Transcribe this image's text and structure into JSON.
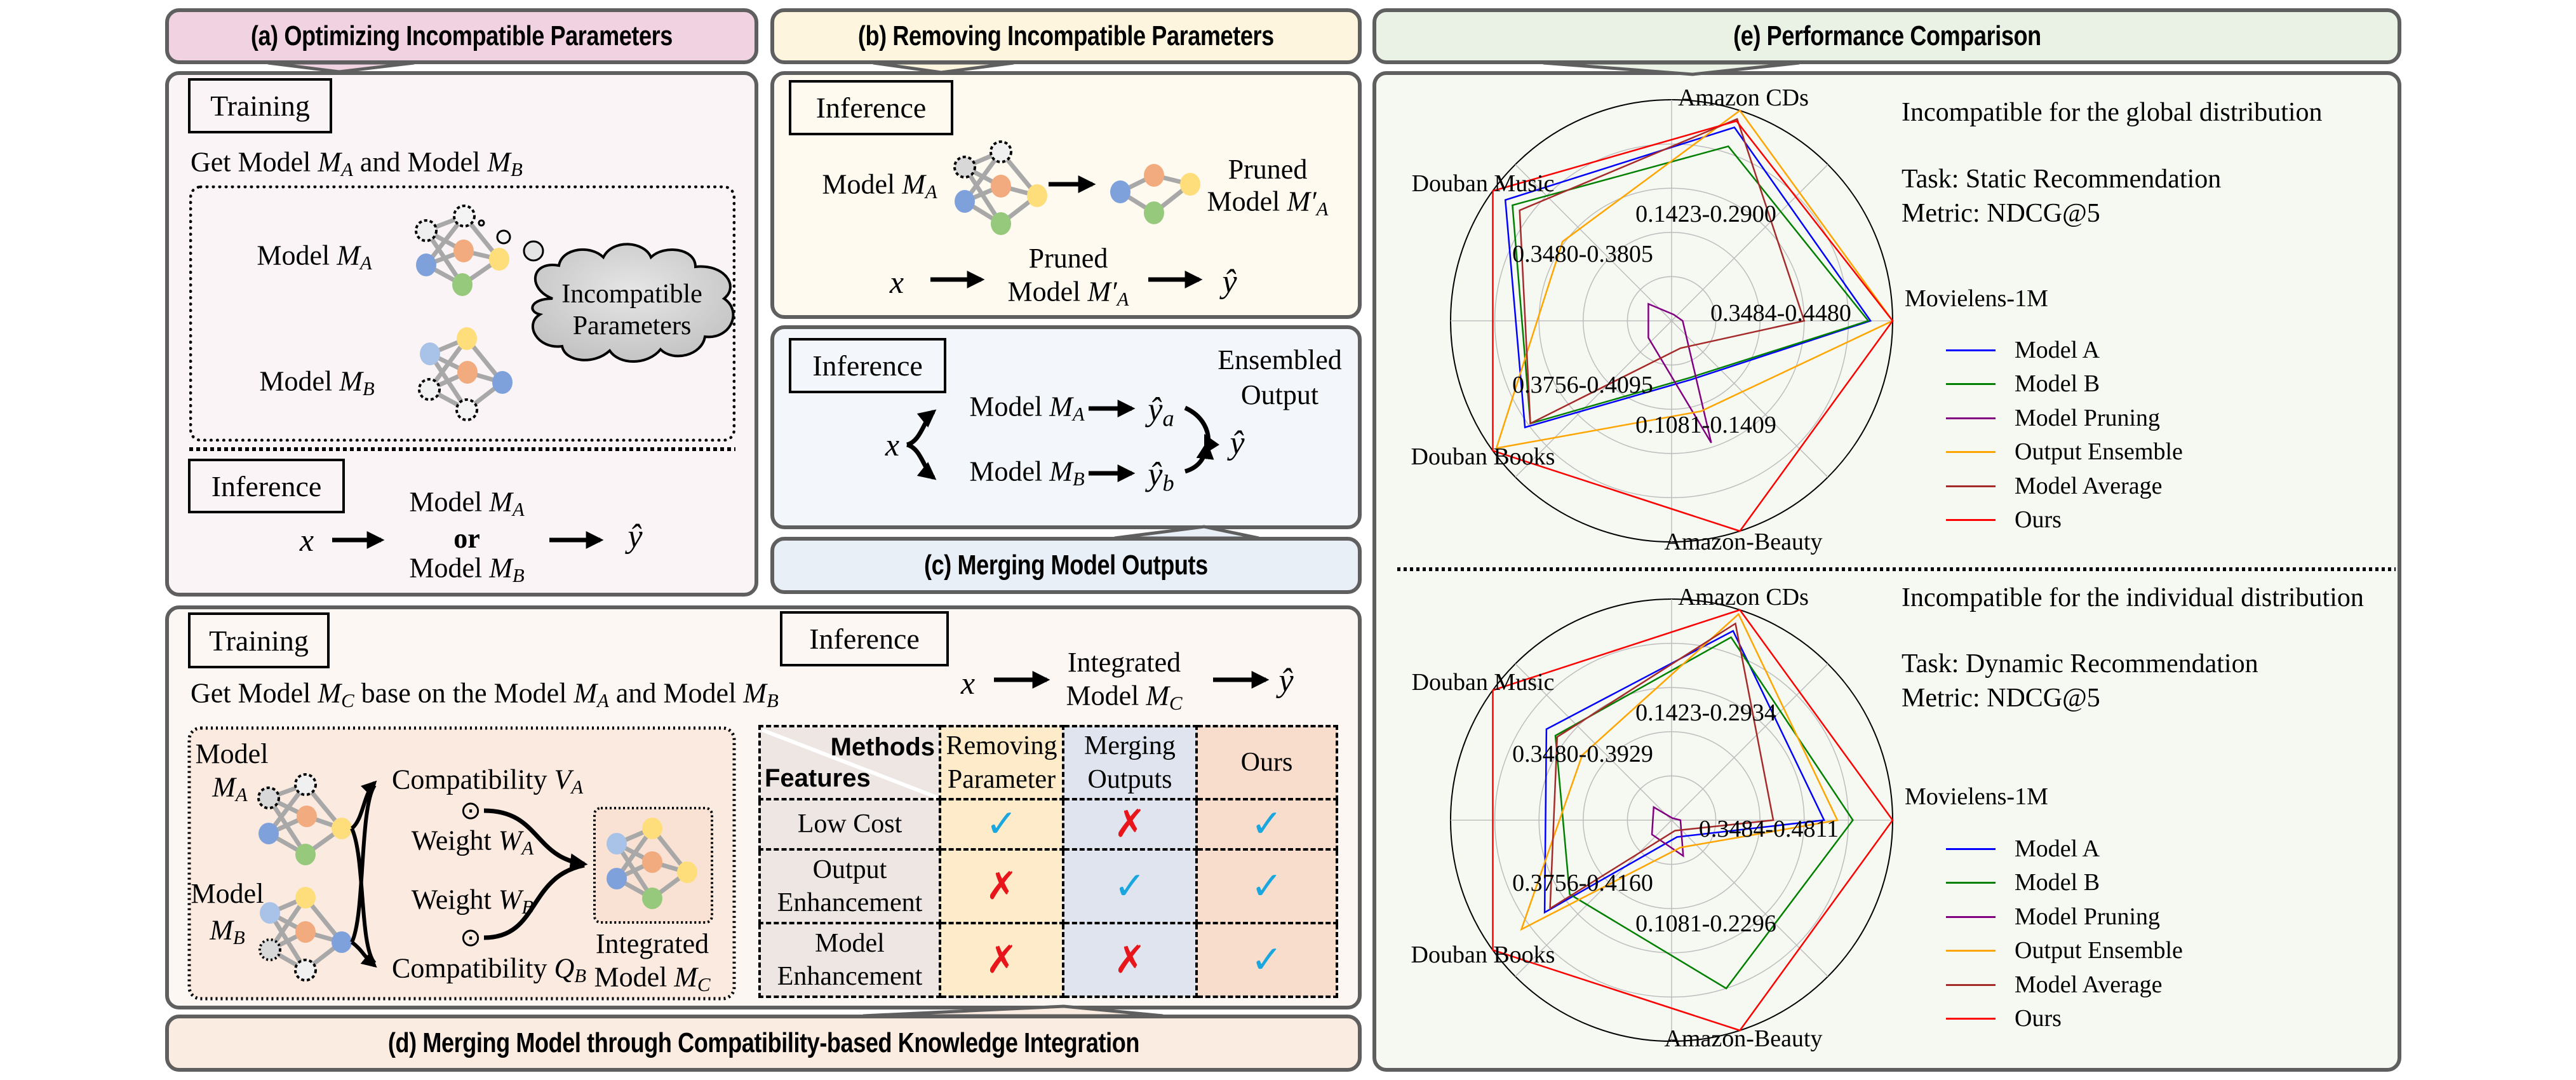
{
  "panels": {
    "a": {
      "title": "(a) Optimizing Incompatible Parameters",
      "training_label": "Training",
      "get_models_text": "Get Model",
      "get_models_sub_a": "A",
      "get_models_and": "and Model",
      "get_models_sub_b": "B",
      "model_a_label": "Model",
      "model_b_label": "Model",
      "sub_a": "A",
      "sub_b": "B",
      "cloud_line1": "Incompatible",
      "cloud_line2": "Parameters",
      "inference_label": "Inference",
      "x_symbol": "x",
      "or_text": "or",
      "yhat": "ŷ"
    },
    "b": {
      "title": "(b) Removing Incompatible Parameters",
      "inference_label": "Inference",
      "model_label": "Model",
      "sub_a": "A",
      "pruned_line1": "Pruned",
      "pruned_line2": "Model",
      "pruned_sub": "A",
      "prime": "′",
      "x_symbol": "x",
      "yhat": "ŷ"
    },
    "c": {
      "title": "(c) Merging Model Outputs",
      "inference_label": "Inference",
      "ensembled_line1": "Ensembled",
      "ensembled_line2": "Output",
      "model_label": "Model",
      "sub_a": "A",
      "sub_b": "B",
      "yhat_a_sub": "a",
      "yhat_b_sub": "b",
      "x_symbol": "x",
      "yhat": "ŷ"
    },
    "d": {
      "title": "(d) Merging Model through Compatibility-based Knowledge Integration",
      "training_label": "Training",
      "inference_label": "Inference",
      "get_text_1": "Get Model",
      "get_sub_c": "C",
      "get_text_2": "base on the Model",
      "get_sub_a": "A",
      "get_text_3": "and Model",
      "get_sub_b": "B",
      "model_word": "Model",
      "m_symbol": "M",
      "sub_a": "A",
      "sub_b": "B",
      "compat_a": "Compatibility",
      "compat_a_sym": "V",
      "compat_b": "Compatibility",
      "compat_b_sym": "Q",
      "weight_a": "Weight",
      "weight_a_sym": "W",
      "weight_b": "Weight",
      "weight_b_sym": "W",
      "odot": "⊙",
      "integrated_line1": "Integrated",
      "integrated_line2": "Model",
      "sub_c": "C",
      "x_symbol": "x",
      "yhat": "ŷ",
      "table": {
        "corner_methods": "Methods",
        "corner_features": "Features",
        "columns": [
          {
            "line1": "Removing",
            "line2": "Parameter",
            "bg": "#fdebc9"
          },
          {
            "line1": "Merging",
            "line2": "Outputs",
            "bg": "#dfe4ee"
          },
          {
            "line1": "Ours",
            "line2": "",
            "bg": "#f9ddcc"
          }
        ],
        "rows": [
          {
            "line1": "Low Cost",
            "line2": "",
            "values": [
              "check",
              "cross",
              "check"
            ]
          },
          {
            "line1": "Output",
            "line2": "Enhancement",
            "values": [
              "cross",
              "check",
              "check"
            ]
          },
          {
            "line1": "Model",
            "line2": "Enhancement",
            "values": [
              "cross",
              "cross",
              "check"
            ]
          }
        ],
        "check_glyph": "✓",
        "cross_glyph": "✗"
      }
    },
    "e": {
      "title": "(e) Performance Comparison"
    }
  },
  "colors": {
    "a_header": "#f0d2e1",
    "a_body": "#faf4f7",
    "b_header": "#fdf5dd",
    "b_body": "#fefaf0",
    "c_header": "#e8eff7",
    "c_body": "#f3f7fb",
    "d_header": "#fbece2",
    "d_body": "#fcf7f3",
    "e_header": "#eaf2e5",
    "e_body": "#f6f8f2",
    "node_blue": "#7ea1dc",
    "node_lightblue": "#a9c3e8",
    "node_orange": "#f2ab7e",
    "node_yellow": "#fedd7b",
    "node_green": "#96c97b"
  },
  "chart_data": [
    {
      "type": "radar",
      "title": "Incompatible for the global distribution",
      "task": "Task: Static Recommendation",
      "metric": "Metric: NDCG@5",
      "value_scale": "normalized per axis (0 = axis min, 1 = axis max)",
      "axes": [
        {
          "name": "Movielens-1M",
          "range_label": "0.3484-0.4480"
        },
        {
          "name": "Amazon CDs",
          "range_label": "0.1423-0.2900"
        },
        {
          "name": "Douban Music",
          "range_label": "0.3480-0.3805"
        },
        {
          "name": "Douban Books",
          "range_label": "0.3756-0.4095"
        },
        {
          "name": "Amazon-Beauty",
          "range_label": "0.1081-0.1409"
        }
      ],
      "rings": 5,
      "series": [
        {
          "name": "Model A",
          "color": "#0000ff",
          "values": [
            0.9,
            0.92,
            0.93,
            0.82,
            0.28
          ]
        },
        {
          "name": "Model B",
          "color": "#008000",
          "values": [
            0.89,
            0.83,
            0.89,
            0.79,
            0.27
          ]
        },
        {
          "name": "Model Pruning",
          "color": "#800080",
          "values": [
            0.05,
            0.03,
            0.13,
            0.13,
            0.58
          ]
        },
        {
          "name": "Output Ensemble",
          "color": "#ffa500",
          "values": [
            1.0,
            1.0,
            0.61,
            0.98,
            0.43
          ]
        },
        {
          "name": "Model Average",
          "color": "#a52a2a",
          "values": [
            0.6,
            0.96,
            0.85,
            0.79,
            0.13
          ]
        },
        {
          "name": "Ours",
          "color": "#ff0000",
          "values": [
            1.0,
            0.95,
            1.0,
            1.0,
            1.0
          ]
        }
      ],
      "legend": "right"
    },
    {
      "type": "radar",
      "title": "Incompatible for the individual distribution",
      "task": "Task: Dynamic Recommendation",
      "metric": "Metric: NDCG@5",
      "value_scale": "normalized per axis (0 = axis min, 1 = axis max)",
      "axes": [
        {
          "name": "Movielens-1M",
          "range_label": "0.3484-0.4811"
        },
        {
          "name": "Amazon CDs",
          "range_label": "0.1423-0.2934"
        },
        {
          "name": "Douban Music",
          "range_label": "0.3480-0.3929"
        },
        {
          "name": "Douban Books",
          "range_label": "0.3756-0.4160"
        },
        {
          "name": "Amazon-Beauty",
          "range_label": "0.1081-0.2296"
        }
      ],
      "rings": 5,
      "series": [
        {
          "name": "Model A",
          "color": "#0000ff",
          "values": [
            0.69,
            0.9,
            0.7,
            0.71,
            0.08
          ]
        },
        {
          "name": "Model B",
          "color": "#008000",
          "values": [
            0.82,
            0.87,
            0.65,
            0.57,
            0.8
          ]
        },
        {
          "name": "Model Pruning",
          "color": "#800080",
          "values": [
            0.04,
            0.01,
            0.1,
            0.11,
            0.17
          ]
        },
        {
          "name": "Output Ensemble",
          "color": "#ffa500",
          "values": [
            0.75,
            0.98,
            0.5,
            0.84,
            0.13
          ]
        },
        {
          "name": "Model Average",
          "color": "#a52a2a",
          "values": [
            0.46,
            0.935,
            0.64,
            0.68,
            0.05
          ]
        },
        {
          "name": "Ours",
          "color": "#ff0000",
          "values": [
            1.0,
            1.0,
            1.0,
            1.0,
            1.0
          ]
        }
      ],
      "legend": "right"
    }
  ]
}
